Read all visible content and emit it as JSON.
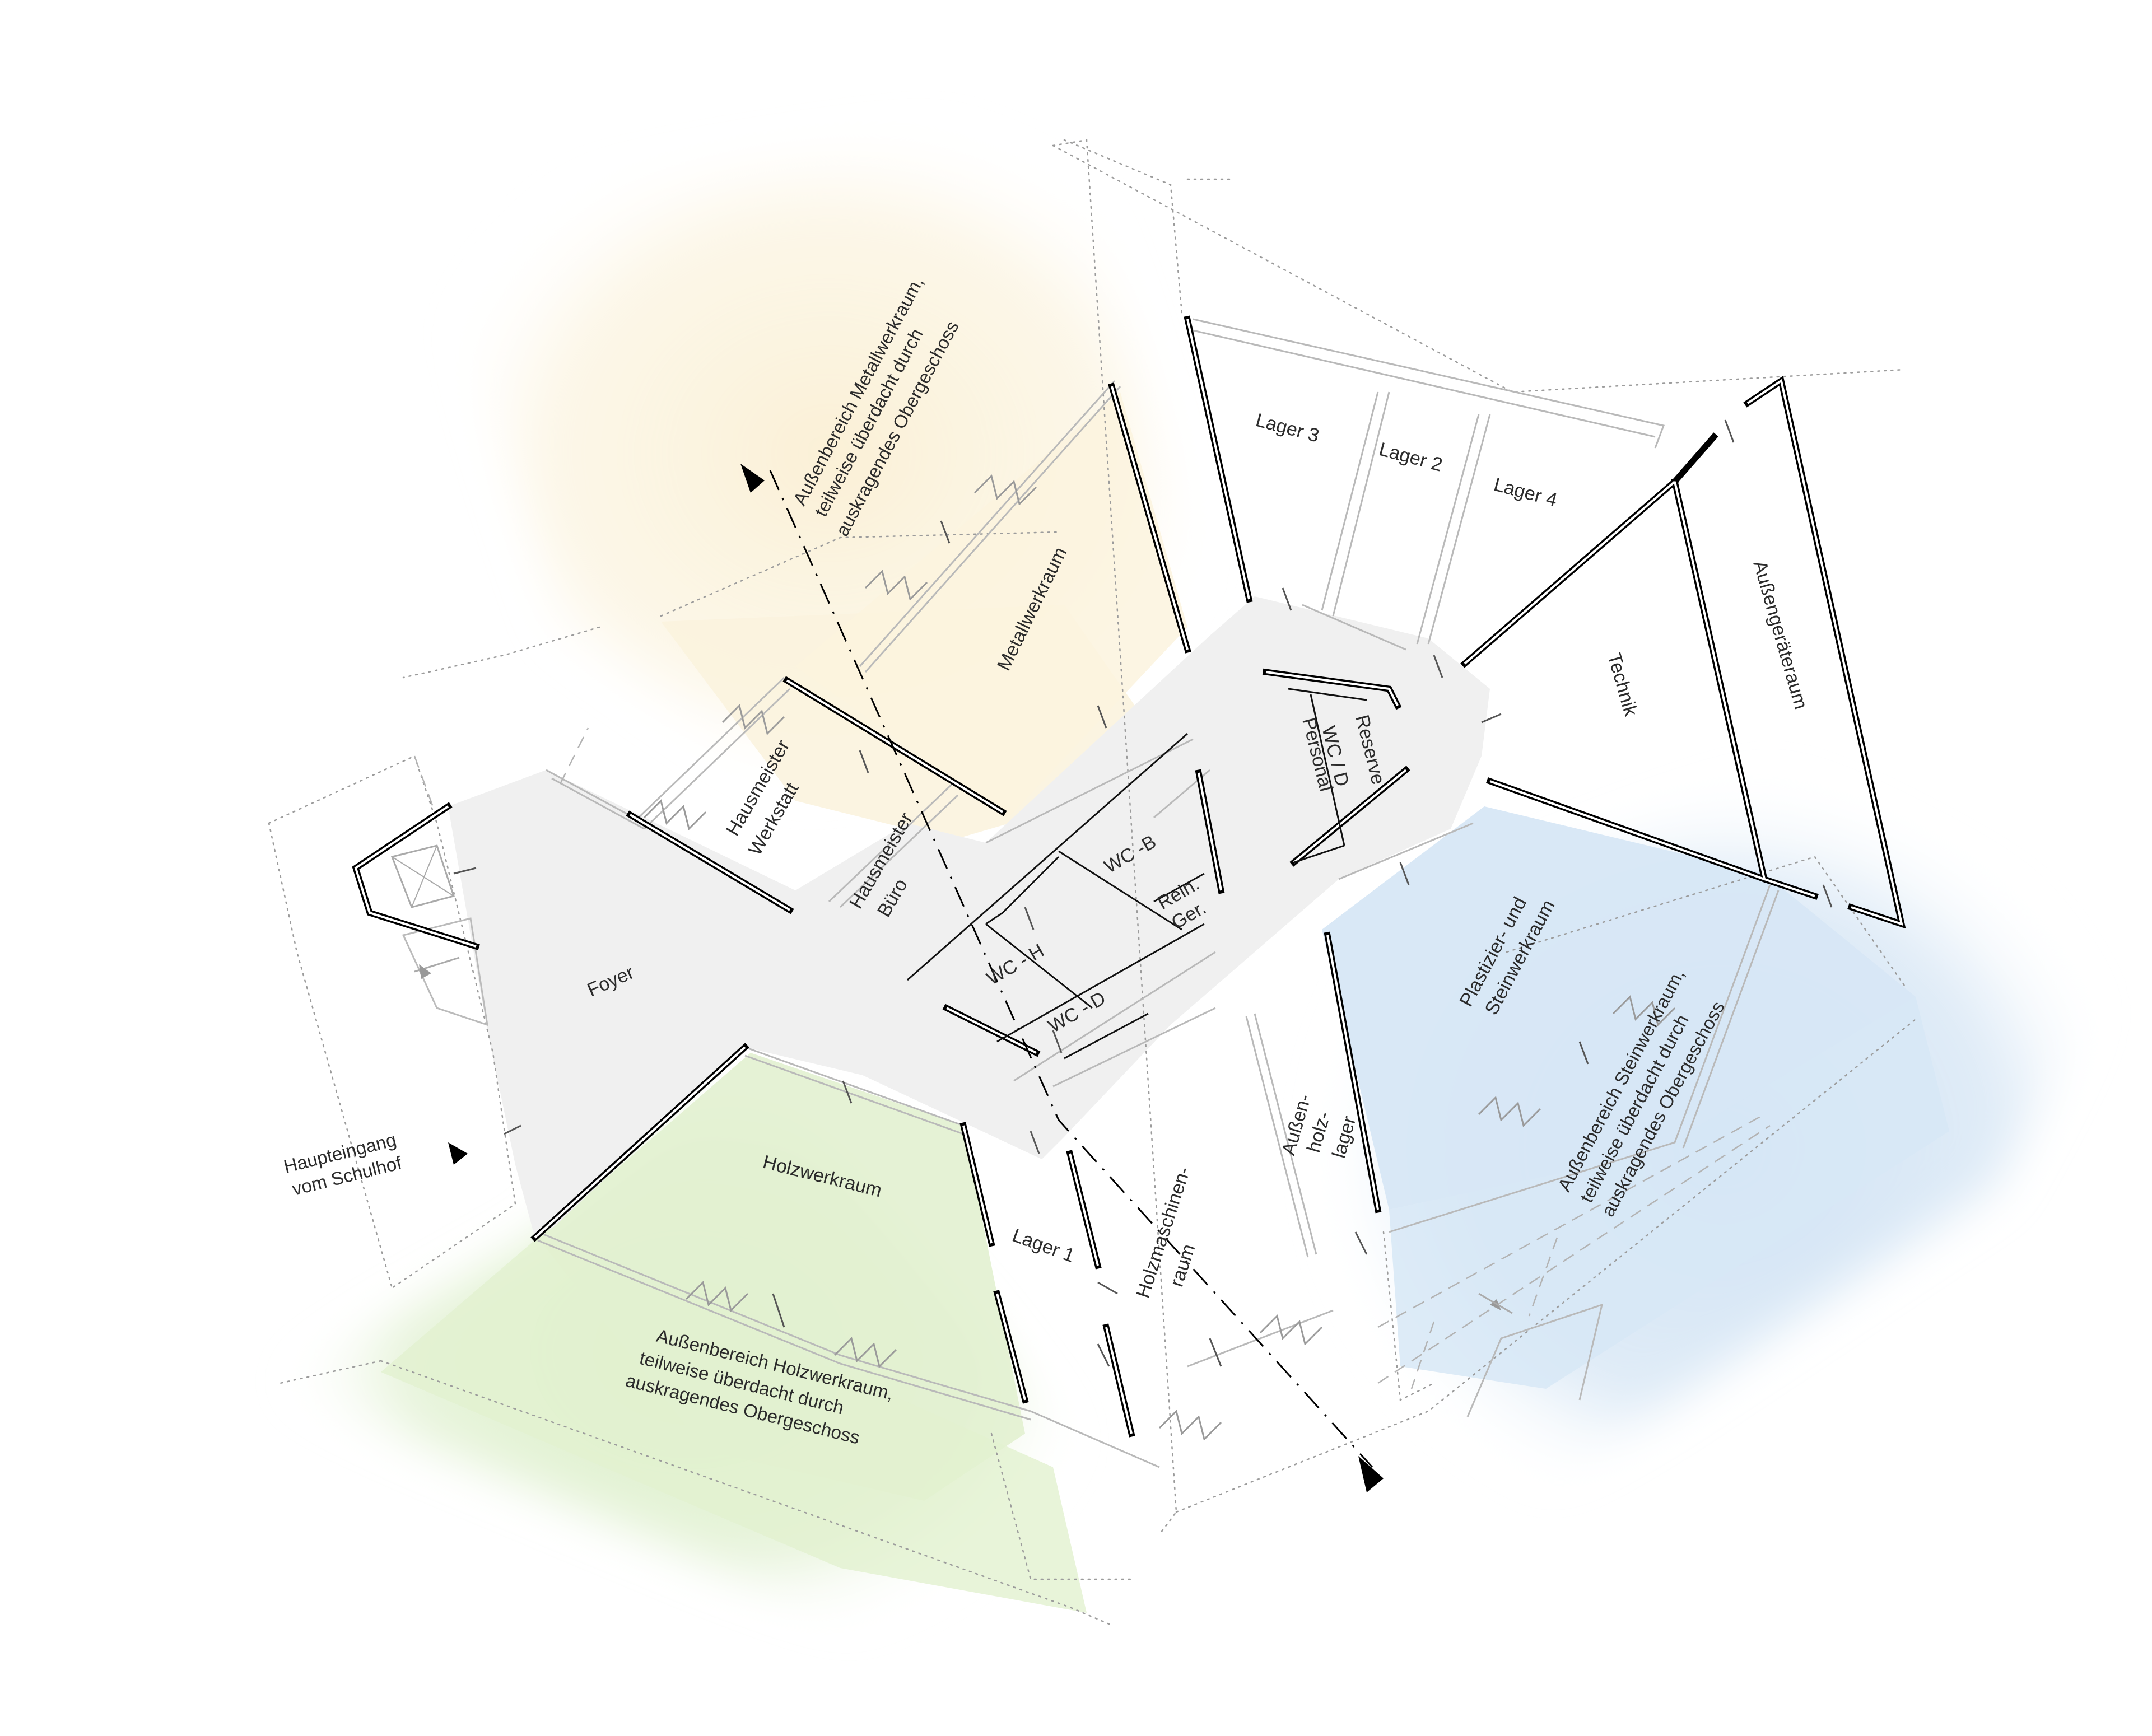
{
  "colors": {
    "circulation": "#f0f0f0",
    "metal_zone": "#fbf3de",
    "wood_zone": "#dff0cd",
    "stone_zone": "#d6e6f5",
    "walls": "#000000"
  },
  "rooms": {
    "foyer": "Foyer",
    "holzwerkraum": "Holzwerkraum",
    "metallwerkraum": "Metallwerkraum",
    "hausmeister_werkstatt": [
      "Hausmeister",
      "Werkstatt"
    ],
    "hausmeister_buero": [
      "Hausmeister",
      "Büro"
    ],
    "wc_b": "WC -B",
    "wc_h": "WC - H",
    "wc_d": "WC - D",
    "rein_ger": [
      "Rein.",
      "Ger."
    ],
    "reserve": "Reserve",
    "wc_d_personal": [
      "WC / D",
      "Personal"
    ],
    "lager1": "Lager 1",
    "lager2": "Lager 2",
    "lager3": "Lager 3",
    "lager4": "Lager 4",
    "technik": "Technik",
    "aussengeraeteraum": "Außengeräteraum",
    "plastizier": [
      "Plastizier- und",
      "Steinwerkraum"
    ],
    "holzmaschinenraum": [
      "Holzmaschinen-",
      "raum"
    ],
    "aussenholzlager": [
      "Außen-",
      "holz-",
      "lager"
    ]
  },
  "notes": {
    "metall": [
      "Außenbereich Metallwerkraum,",
      "teilweise überdacht durch",
      "auskragendes Obergeschoss"
    ],
    "holz": [
      "Außenbereich Holzwerkraum,",
      "teilweise überdacht durch",
      "auskragendes Obergeschoss"
    ],
    "stein": [
      "Außenbereich Steinwerkraum,",
      "teilweise überdacht durch",
      "auskragendes Obergeschoss"
    ],
    "eingang": [
      "Haupteingang",
      "vom Schulhof"
    ]
  }
}
